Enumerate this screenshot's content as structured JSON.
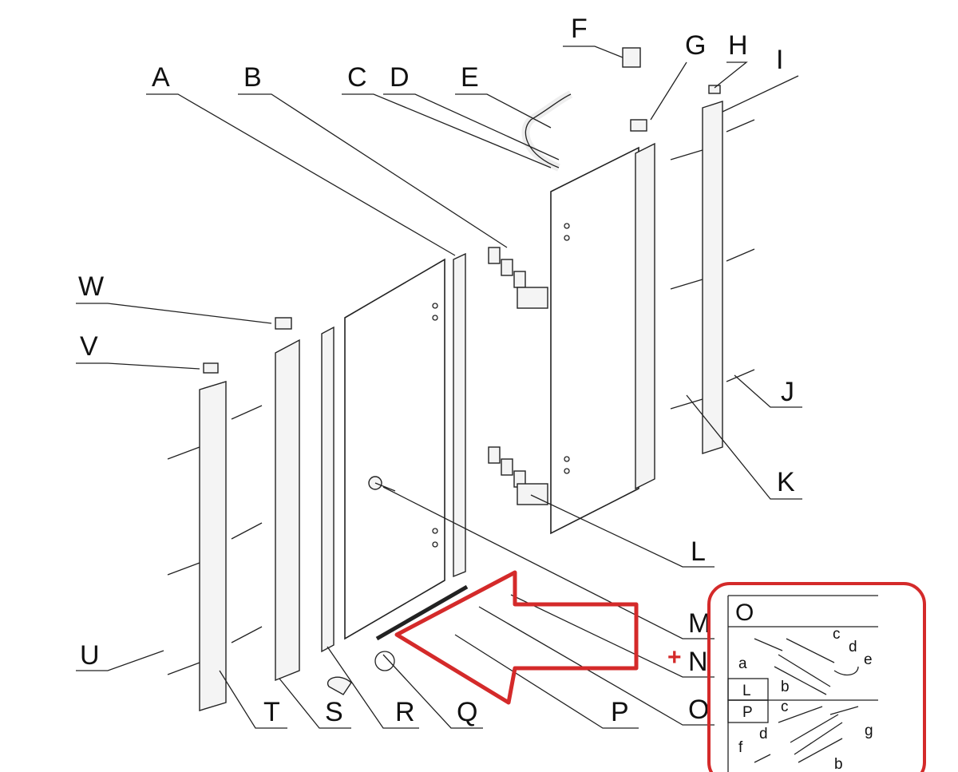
{
  "labels": {
    "A": "A",
    "B": "B",
    "C": "C",
    "D": "D",
    "E": "E",
    "F": "F",
    "G": "G",
    "H": "H",
    "I": "I",
    "J": "J",
    "K": "K",
    "L": "L",
    "M": "M",
    "N": "N",
    "O": "O",
    "P": "P",
    "Q": "Q",
    "R": "R",
    "S": "S",
    "T": "T",
    "U": "U",
    "V": "V",
    "W": "W"
  },
  "highlight": {
    "plus": "+",
    "color": "#d42a2a"
  },
  "inset": {
    "title": "O",
    "a": "a",
    "b1": "b",
    "c1": "c",
    "d1": "d",
    "e": "e",
    "box_L": "L",
    "box_P": "P",
    "c2": "c",
    "d2": "d",
    "f": "f",
    "g": "g",
    "b2": "b"
  }
}
